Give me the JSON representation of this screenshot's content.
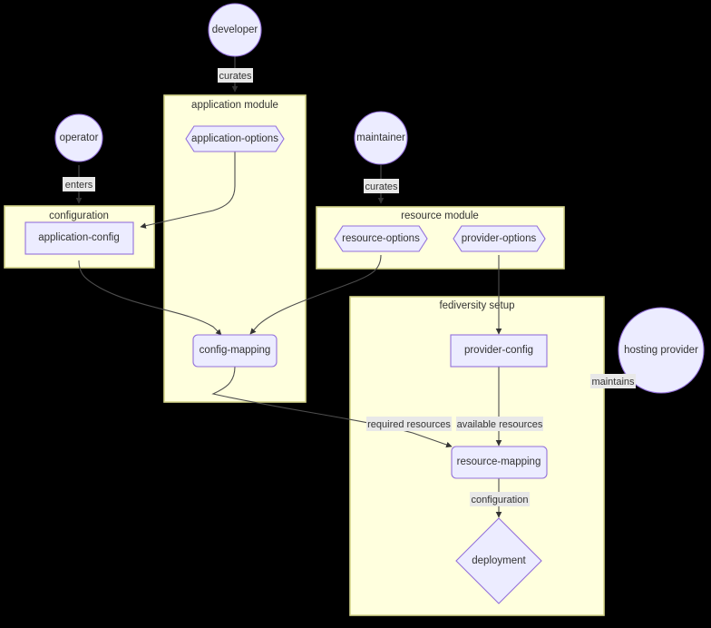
{
  "diagram": {
    "type": "flowchart",
    "background_color": "#000000",
    "cluster_fill": "#ffffde",
    "cluster_stroke": "#d6d68c",
    "node_fill": "#ececff",
    "node_stroke": "#9370db",
    "edge_stroke": "#4d4d4d",
    "label_bg": "#e8e8e8",
    "text_color": "#333333"
  },
  "clusters": {
    "application_module": {
      "label": "application module"
    },
    "configuration": {
      "label": "configuration"
    },
    "resource_module": {
      "label": "resource module"
    },
    "fediversity_setup": {
      "label": "fediversity setup"
    }
  },
  "nodes": {
    "developer": {
      "label": "developer",
      "shape": "circle"
    },
    "operator": {
      "label": "operator",
      "shape": "circle"
    },
    "maintainer": {
      "label": "maintainer",
      "shape": "circle"
    },
    "hosting_provider": {
      "label": "hosting provider",
      "shape": "circle"
    },
    "application_options": {
      "label": "application-options",
      "shape": "hexagon"
    },
    "resource_options": {
      "label": "resource-options",
      "shape": "hexagon"
    },
    "provider_options": {
      "label": "provider-options",
      "shape": "hexagon"
    },
    "application_config": {
      "label": "application-config",
      "shape": "rect"
    },
    "config_mapping": {
      "label": "config-mapping",
      "shape": "rounded-rect"
    },
    "provider_config": {
      "label": "provider-config",
      "shape": "rect"
    },
    "resource_mapping": {
      "label": "resource-mapping",
      "shape": "rounded-rect"
    },
    "deployment": {
      "label": "deployment",
      "shape": "diamond"
    }
  },
  "edge_labels": {
    "curates_developer": "curates",
    "curates_maintainer": "curates",
    "enters": "enters",
    "maintains": "maintains",
    "required_resources": "required resources",
    "available_resources": "available resources",
    "configuration_edge": "configuration"
  }
}
